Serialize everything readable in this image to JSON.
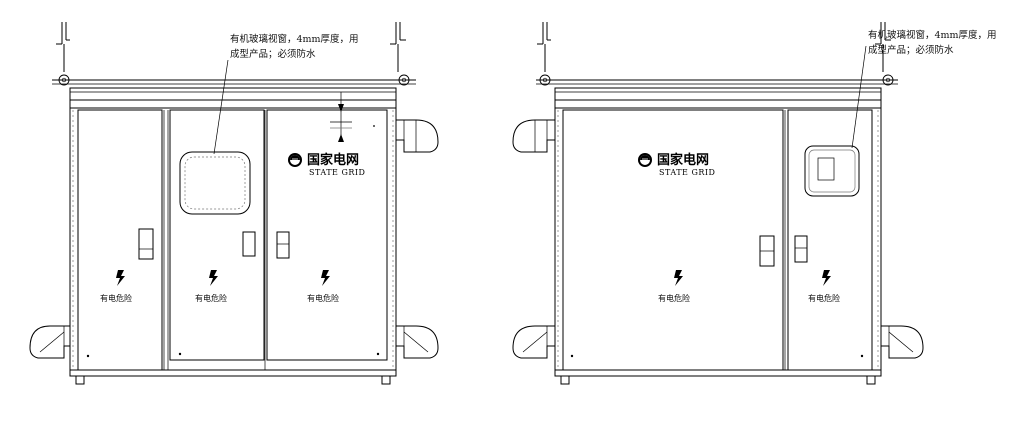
{
  "left_view": {
    "annotation": {
      "line1": "有机玻璃视窗，4mm厚度，用",
      "line2": "成型产品；必须防水"
    },
    "logo": {
      "cn": "国家电网",
      "en": "STATE GRID"
    },
    "door_warnings": [
      "有电危险",
      "有电危险",
      "有电危险"
    ]
  },
  "right_view": {
    "annotation": {
      "line1": "有机玻璃视窗，4mm厚度，用",
      "line2": "成型产品；必须防水"
    },
    "logo": {
      "cn": "国家电网",
      "en": "STATE GRID"
    },
    "door_warnings": [
      "有电危险",
      "有电危险"
    ]
  }
}
